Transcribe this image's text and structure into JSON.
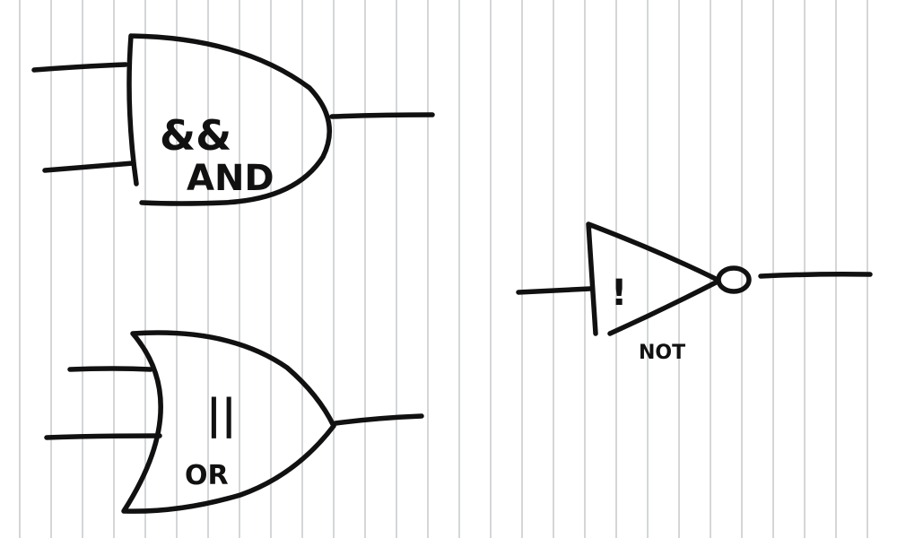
{
  "colors": {
    "paper": "#ffffff",
    "rule_line": "#c9cbcf",
    "ink": "#111111"
  },
  "gates": {
    "and": {
      "symbol": "&&",
      "name": "AND"
    },
    "or": {
      "symbol": "||",
      "name": "OR"
    },
    "not": {
      "symbol": "!",
      "name": "NOT"
    }
  }
}
